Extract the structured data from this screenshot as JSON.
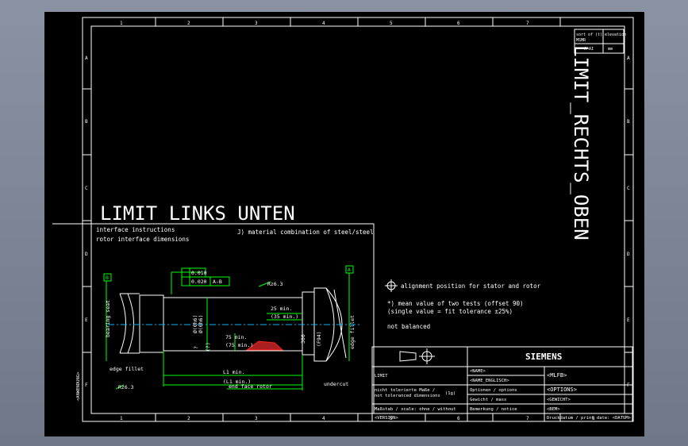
{
  "colors": {
    "white": "#ffffff",
    "green": "#00ff00",
    "cyan": "#00b4ff",
    "red": "#ff2020",
    "bg": "#000000"
  },
  "frame": {
    "col_top": [
      "1",
      "2",
      "3",
      "4",
      "5",
      "6",
      "7"
    ],
    "col_bottom": [
      "1",
      "2",
      "3",
      "4",
      "5",
      "6",
      "7",
      "8"
    ],
    "rows": [
      "A",
      "B",
      "C",
      "D",
      "E",
      "F"
    ]
  },
  "title_left": "LIMIT_LINKS_UNTEN",
  "title_right": "LIMIT_RECHTS_OBEN",
  "box_top": {
    "line1": "sort of (t)",
    "line2": "MSMR",
    "line3": "A AI",
    "extra1": "elevation",
    "extra2": "mm"
  },
  "notes": {
    "line1": "interface instructions",
    "line2": "rotor interface dimensions",
    "material": "J) material combination of steel/steel",
    "alignment": "alignment position for stator and rotor",
    "mean": "*) mean value of two tests (offset 90)",
    "single": "(single value = fit tolerance ±25%)",
    "balanced": "not balanced"
  },
  "drawing": {
    "datum_b": "B",
    "datum_a": "A",
    "tol1": "0.010",
    "tol2": "0.020",
    "tol2_ref": "A-B",
    "rz_top": "Rz6.3",
    "rz_bottom": "Rz6.3",
    "dim_25": "25 min.",
    "dim_35": "(35 min.)",
    "dim_75": "75 min.",
    "dim_75b": "(75 min.)",
    "dim_l1": "L1 min.",
    "dim_l1b": "(L1 min.)",
    "dim_300": "300",
    "dim_f": "(F94)",
    "dim_v1": "Ø(0h6)",
    "dim_v2": "Ø(0h6)",
    "dim_v3": "(?)",
    "dim_v4": "?",
    "bearing": "bearing seat",
    "edge_left": "edge fillet",
    "edge_right": "edge fillet",
    "undercut": "undercut",
    "end_face": "end face rotor"
  },
  "title_block": {
    "brand": "SIEMENS",
    "name": "<NAME>",
    "name_en": "<NAME_ENGLISCH>",
    "mlfb": "<MLFB>",
    "limit": "LIMIT",
    "options_lbl": "Optionen / options",
    "options": "<OPTIONS>",
    "weight_lbl": "Gewicht / mass",
    "weight": "<GEWICHT>",
    "remark_lbl": "Bemerkung / notice",
    "remark": "<BEM>",
    "tol_lbl1": "nicht tolerierte Maße /",
    "tol_lbl2": "not toleranced dimensions",
    "tol_val": "(1g)",
    "scale_lbl": "Maßstab / scale: ohne / without",
    "version": "<VERSION>",
    "doc": "Druckdatum / print date: <DATUM>"
  },
  "side_label": "<ANWENDUNG>"
}
